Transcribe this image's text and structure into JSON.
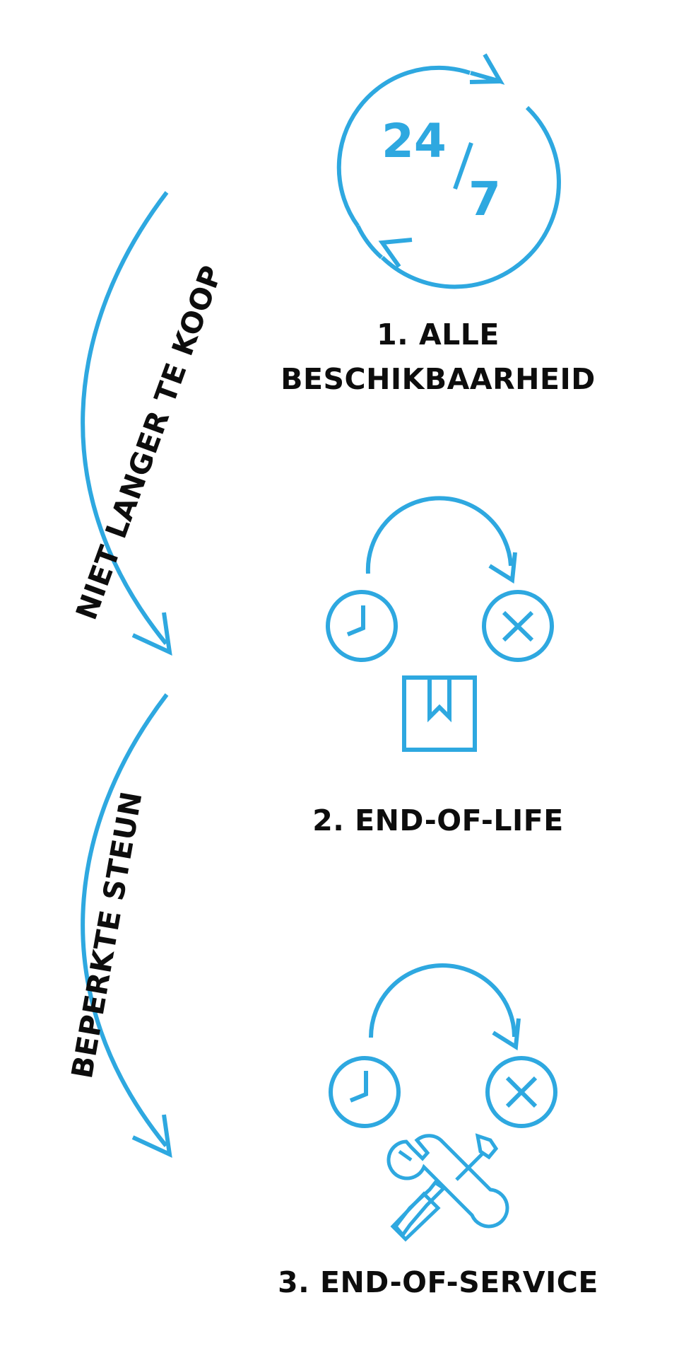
{
  "colors": {
    "accent": "#2ea8e0",
    "text": "#0d0d0d",
    "background": "#ffffff"
  },
  "stages": [
    {
      "title_line1": "1. ALLE",
      "title_line2": "BESCHIKBAARHEID",
      "icon": "24-7-cycle-icon",
      "icon_text_top": "24",
      "icon_text_bottom": "7"
    },
    {
      "title": "2. END-OF-LIFE",
      "icon": "end-of-life-icon"
    },
    {
      "title": "3. END-OF-SERVICE",
      "icon": "end-of-service-icon"
    }
  ],
  "transitions": [
    {
      "label": "NIET LANGER TE KOOP"
    },
    {
      "label": "BEPERKTE STEUN"
    }
  ]
}
